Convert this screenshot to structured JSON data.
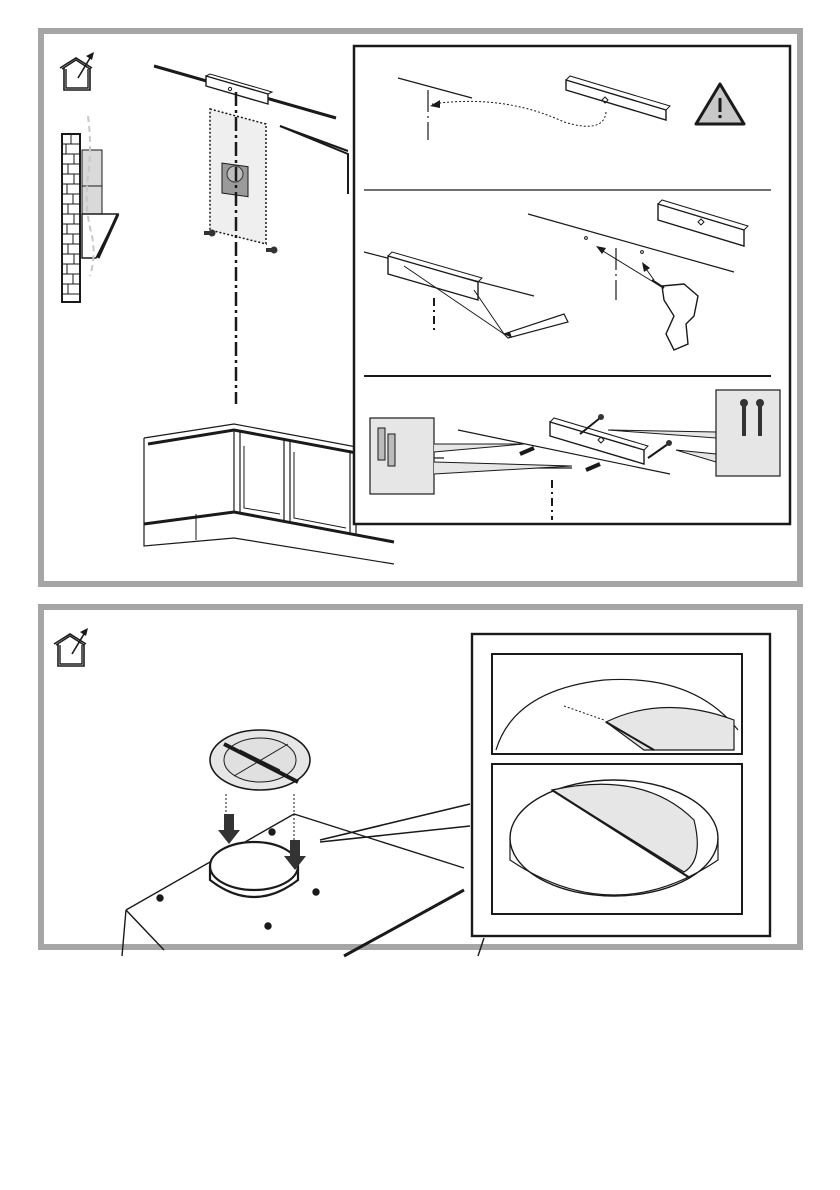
{
  "page": {
    "type": "installation-instruction-diagram",
    "text_content": []
  },
  "colors": {
    "panel_border": "#a6a6a6",
    "line": "#1a1a1a",
    "shade": "#d9d9d9",
    "light_shade": "#efefef",
    "background": "#ffffff"
  },
  "panels": [
    {
      "id": "wall-bracket-installation",
      "icon": "house-with-exhaust-icon",
      "steps": [
        {
          "name": "mark-bracket-position",
          "icon": "warning-triangle-icon"
        },
        {
          "name": "mark-and-drill-holes",
          "icons": [
            "pencil-icon",
            "drill-icon"
          ]
        },
        {
          "name": "fix-bracket-with-plugs-and-screws",
          "icons": [
            "wall-plug-icon",
            "screw-icon"
          ]
        }
      ]
    },
    {
      "id": "non-return-valve-installation",
      "icon": "house-with-exhaust-icon",
      "steps": [
        {
          "name": "insert-flap-into-collar"
        },
        {
          "name": "flap-seated-in-collar"
        }
      ]
    }
  ]
}
